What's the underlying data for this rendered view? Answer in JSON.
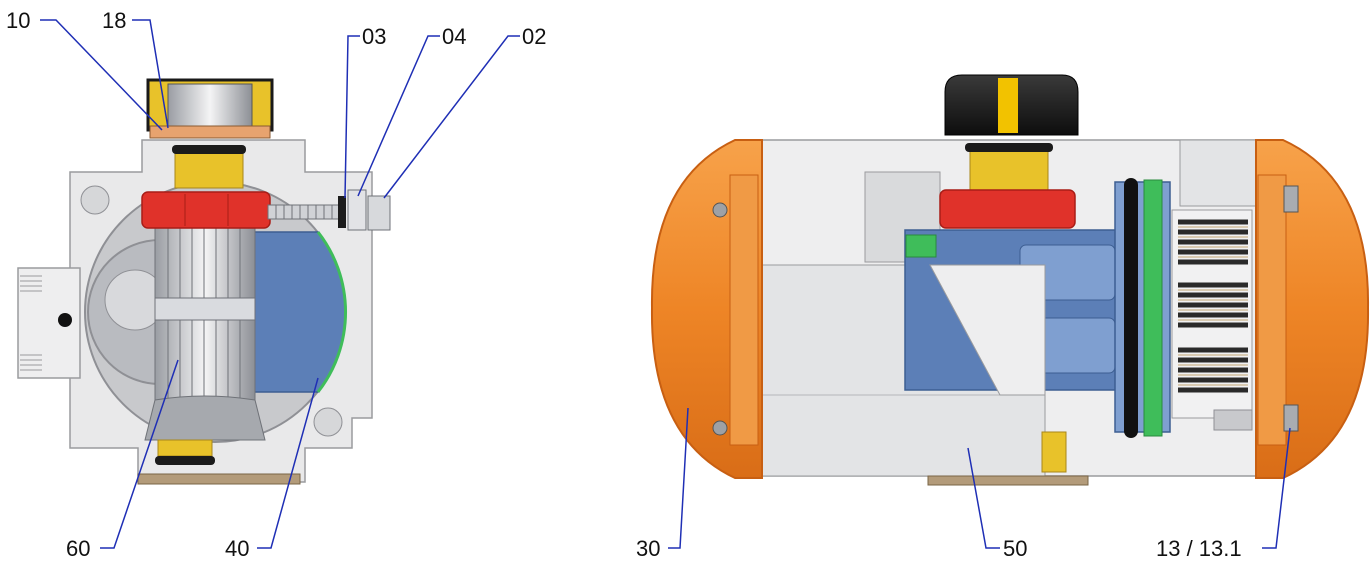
{
  "colors": {
    "callout_line": "#1f2fb5",
    "housing": "#e9e9ea",
    "housing_shade": "#c8c9cc",
    "end_cap": "#f08a2a",
    "end_cap_dark": "#c85f12",
    "piston": "#5c7fb7",
    "piston_light": "#7f9fd0",
    "indicator": "#1a1a1a",
    "indicator_mark": "#f2c200",
    "collar": "#e0322a",
    "bushing": "#e8c22a",
    "seal_ring": "#3fbd5a",
    "spring": "#d9cbb2",
    "spring_coil": "#2a2a2a",
    "steel": "#b9bcc2",
    "base_plate": "#b39b7a"
  },
  "callouts": [
    {
      "id": "c10",
      "label": "10"
    },
    {
      "id": "c18",
      "label": "18"
    },
    {
      "id": "c03",
      "label": "03"
    },
    {
      "id": "c04",
      "label": "04"
    },
    {
      "id": "c02",
      "label": "02"
    },
    {
      "id": "c60",
      "label": "60"
    },
    {
      "id": "c40",
      "label": "40"
    },
    {
      "id": "c30",
      "label": "30"
    },
    {
      "id": "c50",
      "label": "50"
    },
    {
      "id": "c13",
      "label": "13 / 13.1"
    }
  ]
}
